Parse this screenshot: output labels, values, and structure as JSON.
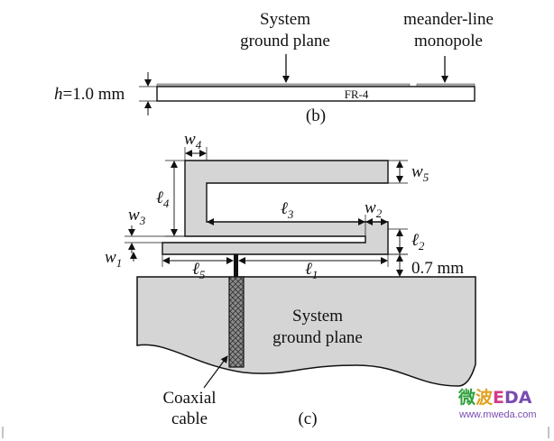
{
  "panel_b": {
    "label_ground_line1": "System",
    "label_ground_line2": "ground plane",
    "label_monopole_line1": "meander-line",
    "label_monopole_line2": "monopole",
    "h_prefix": "h",
    "h_value": "=1.0 mm",
    "substrate_label": "FR-4",
    "caption": "(b)"
  },
  "panel_c": {
    "w4": {
      "main": "w",
      "sub": "4"
    },
    "w5": {
      "main": "w",
      "sub": "5"
    },
    "l4": {
      "main": "ℓ",
      "sub": "4"
    },
    "l3": {
      "main": "ℓ",
      "sub": "3"
    },
    "w2": {
      "main": "w",
      "sub": "2"
    },
    "w3": {
      "main": "w",
      "sub": "3"
    },
    "l2": {
      "main": "ℓ",
      "sub": "2"
    },
    "w1": {
      "main": "w",
      "sub": "1"
    },
    "l5": {
      "main": "ℓ",
      "sub": "5"
    },
    "l1": {
      "main": "ℓ",
      "sub": "1"
    },
    "gap_label": "0.7 mm",
    "ground_line1": "System",
    "ground_line2": "ground plane",
    "coax_line1": "Coaxial",
    "coax_line2": "cable",
    "caption": "(c)"
  },
  "watermark": {
    "logo_text": "微波EDA",
    "url": "www.mweda.com",
    "colors": [
      "#2e9e3a",
      "#e0a020",
      "#d23a8a",
      "#7a4bb0"
    ]
  }
}
